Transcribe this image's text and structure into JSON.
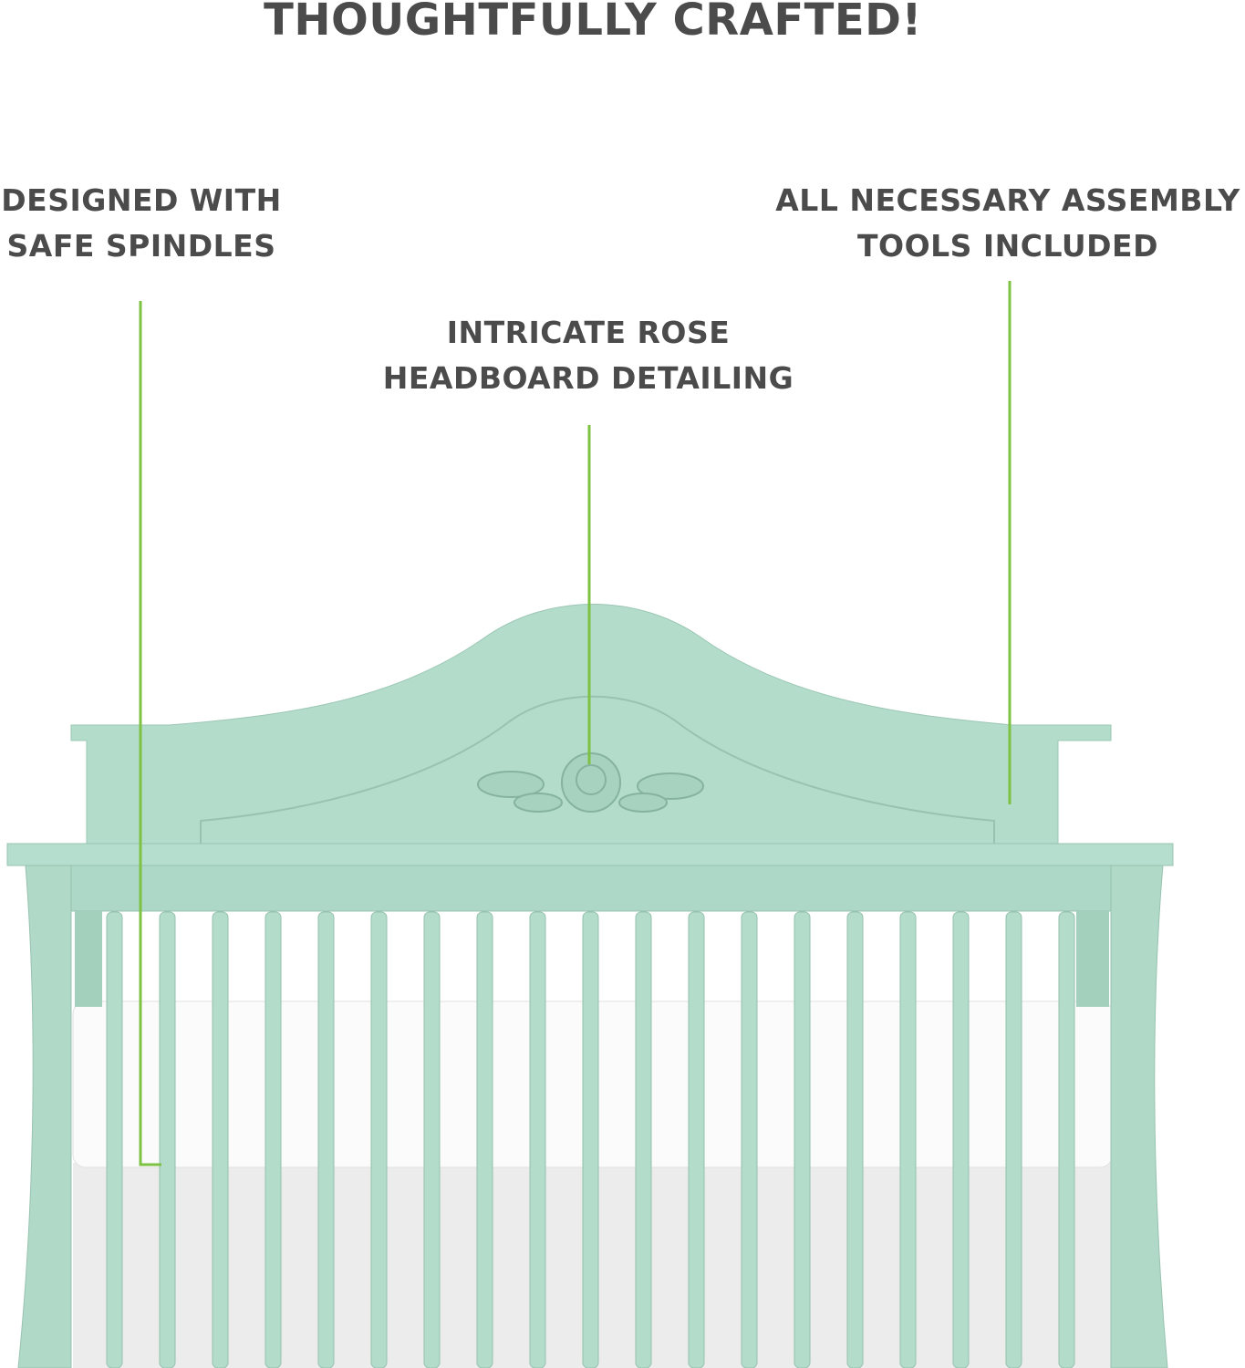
{
  "title": "THOUGHTFULLY CRAFTED!",
  "callouts": {
    "left": "DESIGNED WITH SAFE SPINDLES",
    "middle": "INTRICATE ROSE HEADBOARD DETAILING",
    "right": "ALL NECESSARY ASSEMBLY TOOLS INCLUDED"
  },
  "colors": {
    "crib": "#b3dccb",
    "accent_line": "#7dc242",
    "text": "#4b4b4b"
  }
}
